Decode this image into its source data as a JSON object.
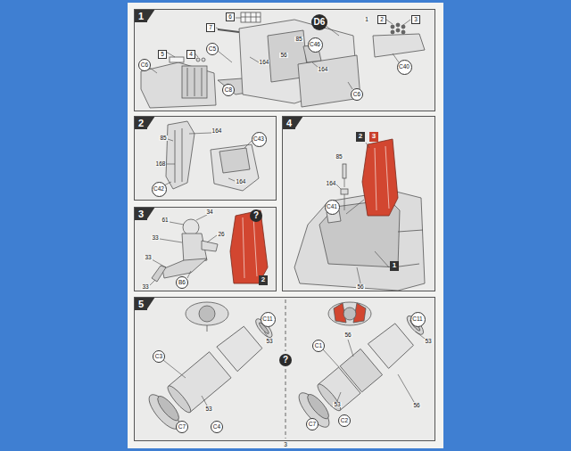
{
  "diagram": {
    "nodes": [
      {
        "text": [
          "1"
        ]
      },
      {
        "text": [
          "2"
        ]
      },
      {
        "text": [
          "3"
        ]
      },
      {
        "text": [
          "4"
        ]
      },
      {
        "text": [
          "5"
        ]
      },
      {
        "text": [
          "6"
        ],
        "in": 0
      },
      {
        "text": [
          "7"
        ],
        "in": 0
      },
      {
        "text": [
          "D6"
        ],
        "in": 0
      },
      {
        "text": [
          "2"
        ],
        "in": 0
      },
      {
        "text": [
          "3"
        ],
        "in": 0
      },
      {
        "text": [
          "5"
        ],
        "in": 0
      },
      {
        "text": [
          "4"
        ],
        "in": 0
      },
      {
        "text": [
          "C5"
        ],
        "in": 0
      },
      {
        "text": [
          "C46"
        ],
        "in": 0
      },
      {
        "text": [
          "C6"
        ],
        "in": 0
      },
      {
        "text": [
          "C40"
        ],
        "in": 0
      },
      {
        "text": [
          "C8"
        ],
        "in": 0
      },
      {
        "text": [
          "C6"
        ],
        "in": 0
      },
      {
        "text": [
          "C43"
        ],
        "in": 1
      },
      {
        "text": [
          "C42"
        ],
        "in": 1
      },
      {
        "text": [
          "?"
        ],
        "in": 2
      },
      {
        "text": [
          "B6"
        ],
        "in": 2
      },
      {
        "text": [
          "2"
        ],
        "in": 2
      },
      {
        "text": [
          "2"
        ],
        "in": 3
      },
      {
        "text": [
          "3"
        ],
        "in": 3
      },
      {
        "text": [
          "C41"
        ],
        "in": 3
      },
      {
        "text": [
          "1"
        ],
        "in": 3
      },
      {
        "text": [
          "C11"
        ],
        "in": 4
      },
      {
        "text": [
          "C3"
        ],
        "in": 4
      },
      {
        "text": [
          "C7"
        ],
        "in": 4
      },
      {
        "text": [
          "C4"
        ],
        "in": 4
      },
      {
        "text": [
          "?"
        ],
        "in": 4
      },
      {
        "text": [
          "C11"
        ],
        "in": 4
      },
      {
        "text": [
          "C1"
        ],
        "in": 4
      },
      {
        "text": [
          "C7"
        ],
        "in": 4
      },
      {
        "text": [
          "C2"
        ],
        "in": 4
      }
    ],
    "labels": [
      "1",
      "85",
      "56",
      "164",
      "164",
      "85",
      "164",
      "168",
      "164",
      "61",
      "34",
      "26",
      "33",
      "33",
      "33",
      "85",
      "164",
      "56",
      "53",
      "53",
      "53",
      "56",
      "53",
      "56",
      "3"
    ]
  }
}
